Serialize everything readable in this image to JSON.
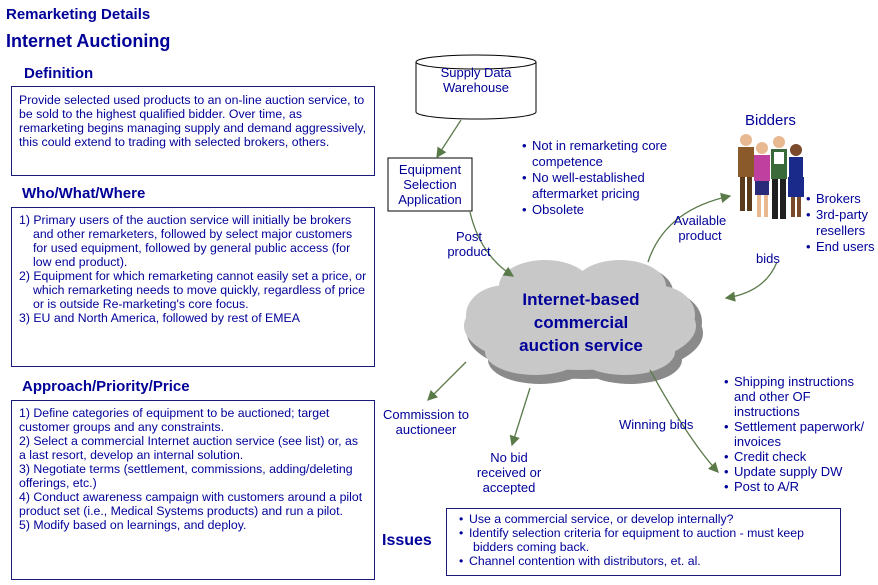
{
  "header": {
    "title": "Remarketing Details",
    "subtitle": "Internet Auctioning"
  },
  "definition": {
    "heading": "Definition",
    "text": "Provide selected used products to an on-line auction service, to be sold to the highest qualified bidder. Over time, as remarketing begins managing supply and demand aggressively, this could extend to trading with selected brokers, others."
  },
  "who_what_where": {
    "heading": "Who/What/Where",
    "items": [
      "1)  Primary users of the auction service will initially be brokers and other remarketers, followed by select major customers for used equipment, followed by general public access (for low end product).",
      "2)  Equipment for which remarketing cannot easily set a price, or which remarketing needs to move quickly, regardless of price or is outside Re-marketing's core focus.",
      "3)  EU and North America, followed by rest of EMEA"
    ]
  },
  "approach": {
    "heading": "Approach/Priority/Price",
    "items": [
      "1) Define categories of equipment to be auctioned; target customer groups and any constraints.",
      "2) Select a commercial Internet auction service (see list) or, as a last resort, develop an internal solution.",
      "3) Negotiate terms (settlement, commissions, adding/deleting offerings, etc.)",
      "4) Conduct awareness campaign with customers around a pilot product set (i.e., Medical Systems products) and run a pilot.",
      "5) Modify based on learnings, and deploy."
    ]
  },
  "diagram": {
    "supply_dw": "Supply Data Warehouse",
    "equipment_app": "Equipment Selection Application",
    "post_product": "Post product",
    "reasons": [
      "Not in remarketing core competence",
      "No well-established aftermarket pricing",
      "Obsolete"
    ],
    "bidders_title": "Bidders",
    "bidder_types": [
      "Brokers",
      "3rd-party resellers",
      "End users"
    ],
    "available_product": "Available product",
    "bids": "bids",
    "cloud": "Internet-based commercial auction service",
    "commission": "Commission to auctioneer",
    "no_bid": "No bid received or accepted",
    "winning_bids": "Winning bids",
    "followups": [
      "Shipping instructions and other OF instructions",
      "Settlement paperwork/ invoices",
      "Credit check",
      "Update supply DW",
      "Post to A/R"
    ]
  },
  "issues": {
    "heading": "Issues",
    "items": [
      "Use a commercial service, or develop internally?",
      "Identify selection criteria for equipment to auction - must keep bidders coming back.",
      "Channel contention with distributors, et. al."
    ]
  },
  "colors": {
    "text": "#000099",
    "cloud_fill": "#c8c8c8",
    "cloud_shadow": "#8a8a8a",
    "arrow": "#5a7a4a"
  }
}
